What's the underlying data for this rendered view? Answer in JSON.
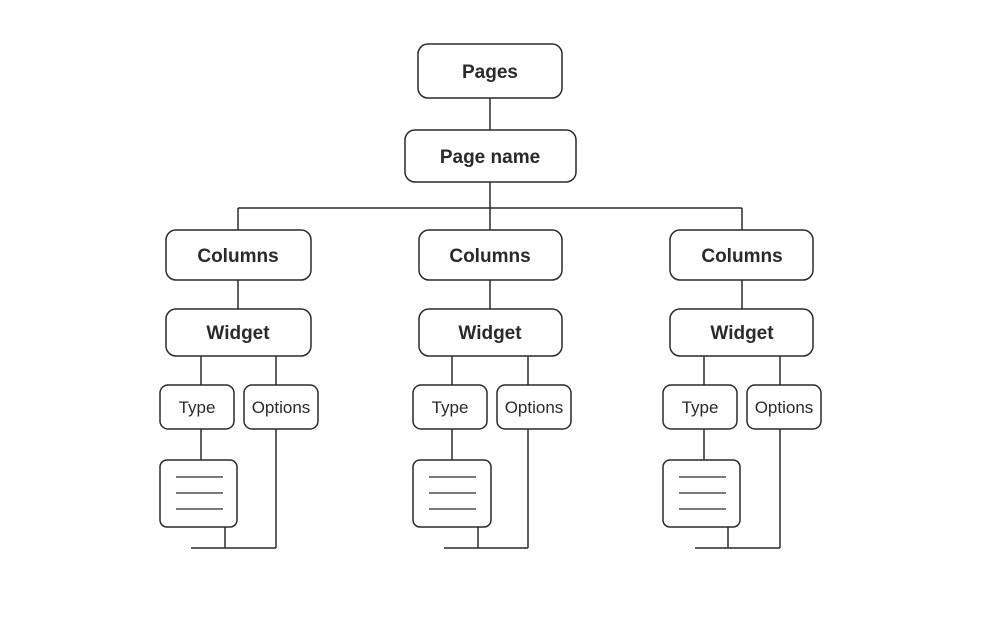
{
  "root": {
    "label": "Pages"
  },
  "page": {
    "label": "Page name"
  },
  "branches": [
    {
      "columns": "Columns",
      "widget": "Widget",
      "type": "Type",
      "options": "Options"
    },
    {
      "columns": "Columns",
      "widget": "Widget",
      "type": "Type",
      "options": "Options"
    },
    {
      "columns": "Columns",
      "widget": "Widget",
      "type": "Type",
      "options": "Options"
    }
  ],
  "icons": {
    "document": "document-icon"
  }
}
